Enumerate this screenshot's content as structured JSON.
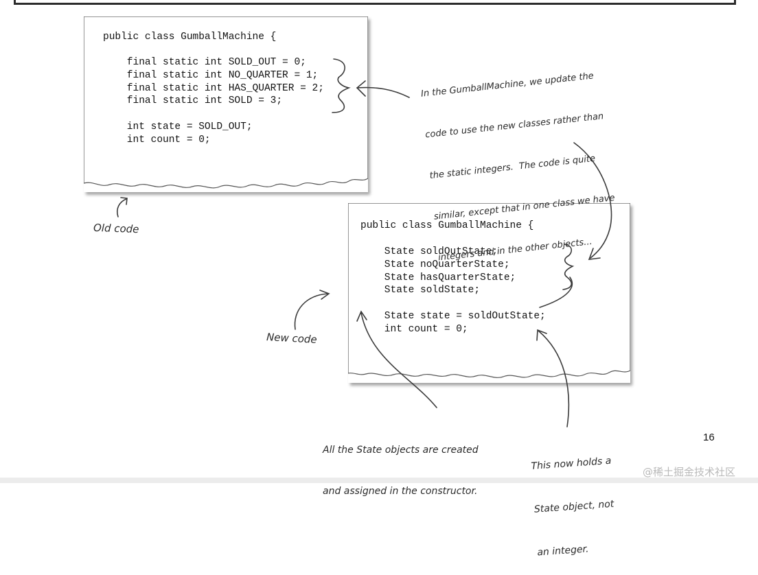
{
  "old_code": {
    "lines": [
      "public class GumballMachine {",
      "    final static int SOLD_OUT = 0;",
      "    final static int NO_QUARTER = 1;",
      "    final static int HAS_QUARTER = 2;",
      "    final static int SOLD = 3;",
      "    int state = SOLD_OUT;",
      "    int count = 0;"
    ]
  },
  "new_code": {
    "lines": [
      "public class GumballMachine {",
      "    State soldOutState;",
      "    State noQuarterState;",
      "    State hasQuarterState;",
      "    State soldState;",
      "    State state = soldOutState;",
      "    int count = 0;"
    ]
  },
  "annotations": {
    "top_note": [
      "In the GumballMachine, we update the",
      "code to use the new classes rather than",
      "the static integers.  The code is quite",
      "similar, except that in one class we have",
      "integers and in the other objects..."
    ],
    "old_code_label": "Old code",
    "new_code_label": "New code",
    "constructor_note": [
      "All the State objects are created",
      "and assigned in the constructor."
    ],
    "state_note": [
      "This now holds a",
      "State object, not",
      "an integer."
    ]
  },
  "page_number": "16",
  "watermark": "@稀土掘金技术社区"
}
